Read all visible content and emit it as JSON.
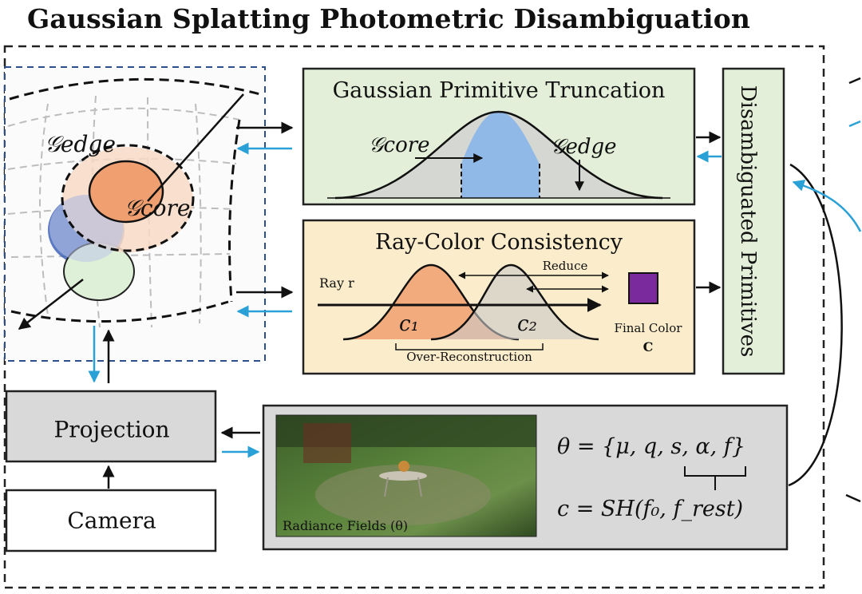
{
  "title": "Gaussian Splatting Photometric Disambiguation",
  "scene": {
    "g_edge": "𝒢edge",
    "g_core": "𝒢core"
  },
  "truncation": {
    "title": "Gaussian Primitive Truncation",
    "core_label": "𝒢core",
    "edge_label": "𝒢edge"
  },
  "ray": {
    "title": "Ray-Color Consistency",
    "ray_label": "Ray r",
    "reduce": "Reduce",
    "c1": "c₁",
    "c2": "c₂",
    "final_color": "Final Color",
    "final_color_symbol": "C",
    "over_reconstruction": "Over-Reconstruction"
  },
  "disambiguated": "Disambiguated Primitives",
  "projection": "Projection",
  "camera": "Camera",
  "radiance": {
    "caption": "Radiance Fields (θ)",
    "theta_eq": "θ = {μ, q, s, α, f}",
    "c_eq": "c = SH(f₀, f_rest)"
  },
  "colors": {
    "green_box": "#e3efd9",
    "yellow_box": "#fbeccb",
    "gray_box": "#d9d9d9",
    "blue_arrow": "#2aa1d6",
    "orange": "#f0a070",
    "blue_gaussian": "#90b9e8",
    "purple": "#7b2a9e"
  }
}
